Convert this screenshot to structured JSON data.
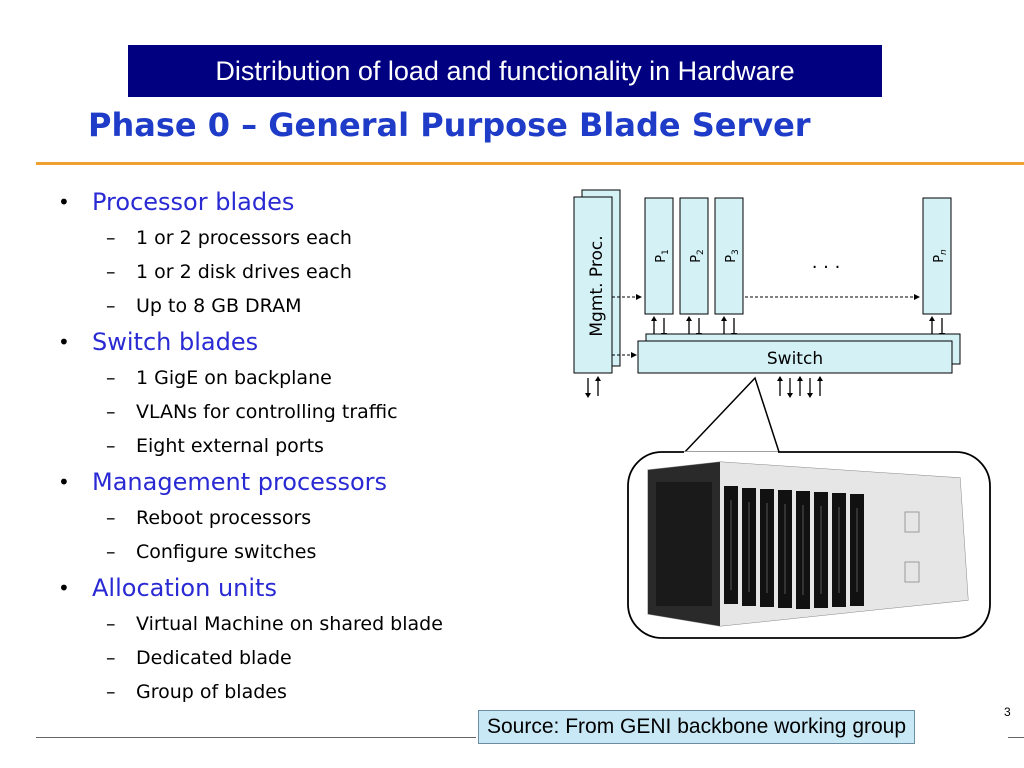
{
  "banner": "Distribution of load and functionality in Hardware",
  "title": "Phase 0 – General Purpose Blade Server",
  "sections": [
    {
      "heading": "Processor blades",
      "items": [
        "1 or 2 processors each",
        "1 or 2 disk drives each",
        "Up to 8 GB DRAM"
      ]
    },
    {
      "heading": "Switch blades",
      "items": [
        "1 GigE on backplane",
        "VLANs for controlling traffic",
        "Eight external ports"
      ]
    },
    {
      "heading": "Management processors",
      "items": [
        "Reboot processors",
        "Configure switches"
      ]
    },
    {
      "heading": "Allocation units",
      "items": [
        "Virtual Machine on shared blade",
        "Dedicated blade",
        "Group of blades"
      ]
    }
  ],
  "diagram": {
    "mgmt_label": "Mgmt. Proc.",
    "switch_label": "Switch",
    "processors": [
      {
        "letter": "P",
        "sub": "1"
      },
      {
        "letter": "P",
        "sub": "2"
      },
      {
        "letter": "P",
        "sub": "3"
      },
      {
        "letter": "P",
        "sub": "n"
      }
    ],
    "ellipsis": ". . ."
  },
  "source": "Source: From GENI backbone working group",
  "page_number": "3",
  "colors": {
    "banner_bg": "#000080",
    "title": "#1e3cc8",
    "heading": "#2a2ad4",
    "rule": "#f0a030",
    "box_fill": "#d4f1f6"
  }
}
